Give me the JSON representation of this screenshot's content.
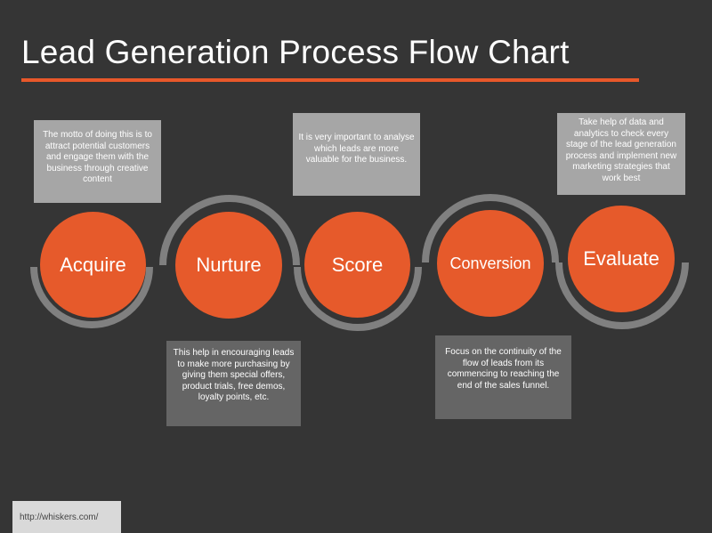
{
  "title": "Lead Generation Process Flow Chart",
  "colors": {
    "background": "#353535",
    "accent": "#e65a2b",
    "arc": "#808080",
    "box_light": "#a6a6a6",
    "box_dark": "#656565"
  },
  "stages": [
    {
      "label": "Acquire",
      "description": "The motto of doing this is to attract potential customers and engage them with the business through creative content"
    },
    {
      "label": "Nurture",
      "description": "This help in encouraging leads to make more purchasing by giving them special offers, product trials, free demos, loyalty points, etc."
    },
    {
      "label": "Score",
      "description": "It is very important to analyse which leads are more valuable for the business."
    },
    {
      "label": "Conversion",
      "description": "Focus on the continuity of the flow of leads from its commencing to reaching the end of the sales funnel."
    },
    {
      "label": "Evaluate",
      "description": "Take help of data and analytics to check every stage of the lead generation process and implement new marketing strategies that work best"
    }
  ],
  "footer": "http://whiskers.com/"
}
